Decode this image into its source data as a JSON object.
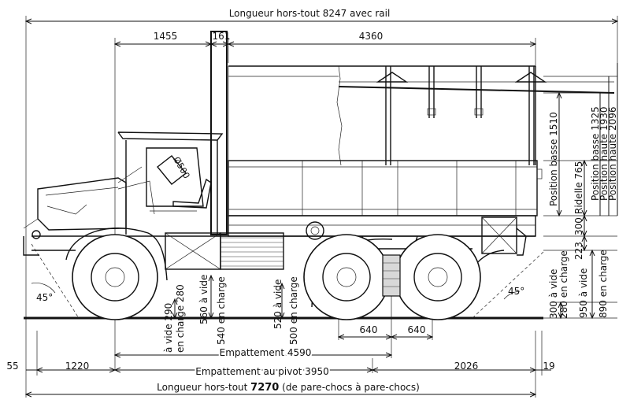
{
  "dims": {
    "overall_rail": "Longueur hors-tout 8247 avec rail",
    "d1455": "1455",
    "d161": "161",
    "d4360": "4360",
    "cover_low": "Position basse 1510",
    "rail_low": "Position basse 1325",
    "rail_high": "Position haute 1930",
    "cover_high": "Position haute 2096",
    "ridelle": "Ridelle 765",
    "d300a": "300",
    "d223": "223",
    "f_empty": "à vide 290",
    "f_load": "en charge 280",
    "m_empty": "560 à vide",
    "m_load": "540 en charge",
    "r_empty": "520 à vide",
    "r_load": "500 en charge",
    "rr_empty": "300 à vide",
    "rr_load": "280 en charge",
    "h_empty": "950 à vide",
    "h_load": "890 en charge",
    "angle_front": "45°",
    "angle_rear": "45°",
    "d640a": "640",
    "d640b": "640",
    "wheelbase": "Empattement 4590",
    "pivot": "Empattement au pivot 3950",
    "d55": "55",
    "d1220": "1220",
    "d2026": "2026",
    "d19": "19",
    "overall_prefix": "Longueur hors-tout ",
    "overall_value": "7270",
    "overall_suffix": " (de pare-chocs à pare-chocs)",
    "wheel_label": "Ø500"
  }
}
